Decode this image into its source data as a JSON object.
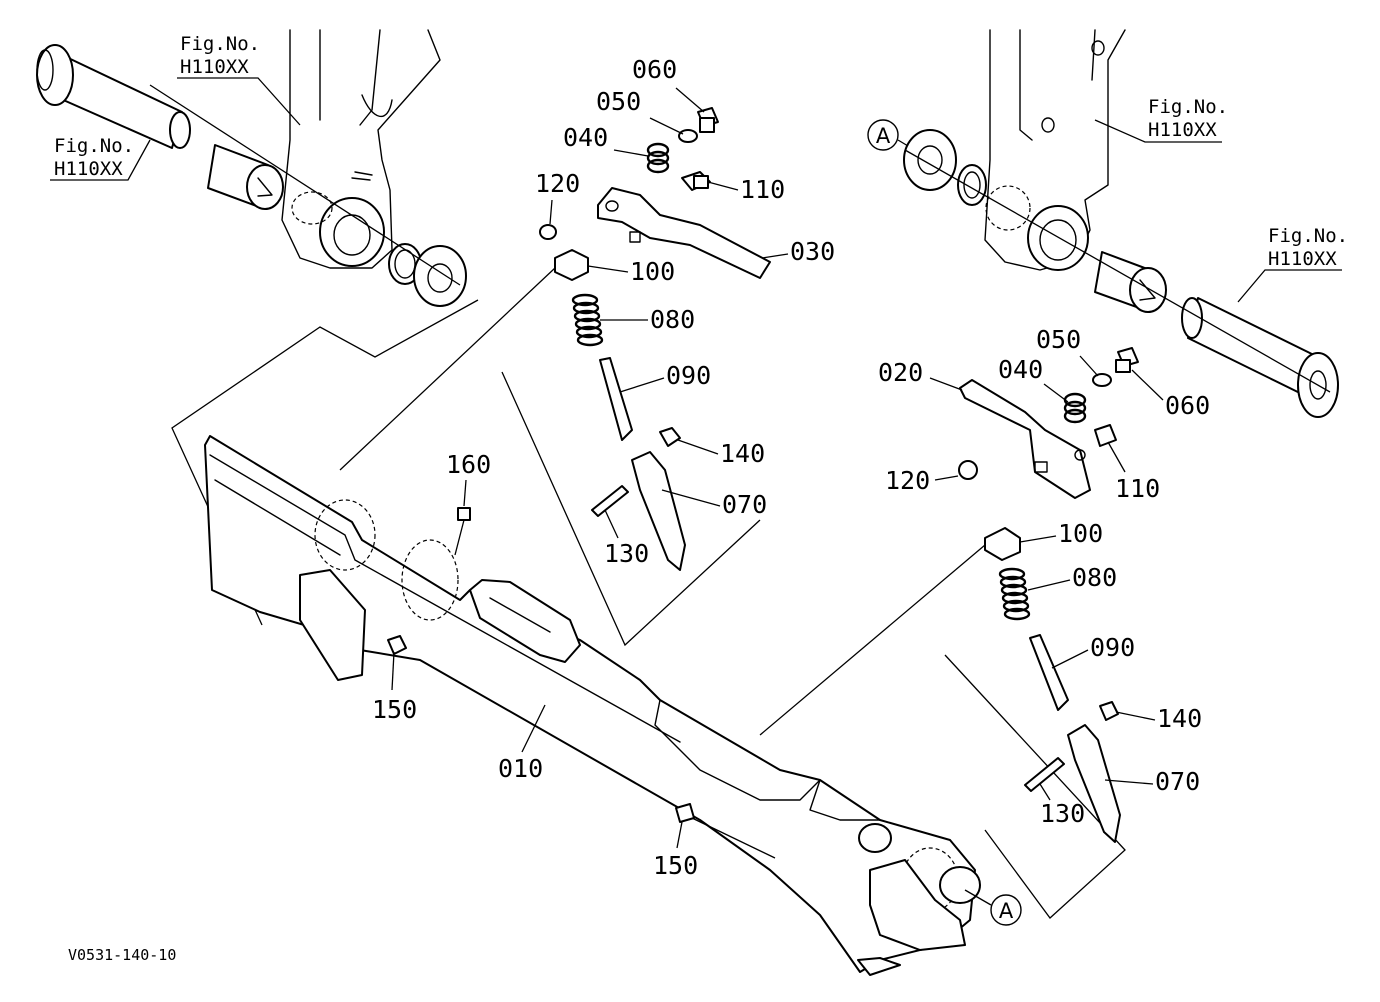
{
  "labels": {
    "p010": "010",
    "p020": "020",
    "p030": "030",
    "left": {
      "p040": "040",
      "p050": "050",
      "p060": "060",
      "p070": "070",
      "p080": "080",
      "p090": "090",
      "p100": "100",
      "p110": "110",
      "p120": "120",
      "p130": "130",
      "p140": "140"
    },
    "right": {
      "p040": "040",
      "p050": "050",
      "p060": "060",
      "p070": "070",
      "p080": "080",
      "p090": "090",
      "p100": "100",
      "p110": "110",
      "p120": "120",
      "p130": "130",
      "p140": "140"
    },
    "p150a": "150",
    "p150b": "150",
    "p160": "160"
  },
  "fig_refs": [
    {
      "title": "Fig.No.",
      "number": "H110XX"
    },
    {
      "title": "Fig.No.",
      "number": "H110XX"
    },
    {
      "title": "Fig.No.",
      "number": "H110XX"
    },
    {
      "title": "Fig.No.",
      "number": "H110XX"
    }
  ],
  "markers": {
    "a1": "A",
    "a2": "A"
  },
  "drawing_code": "V0531-140-10"
}
